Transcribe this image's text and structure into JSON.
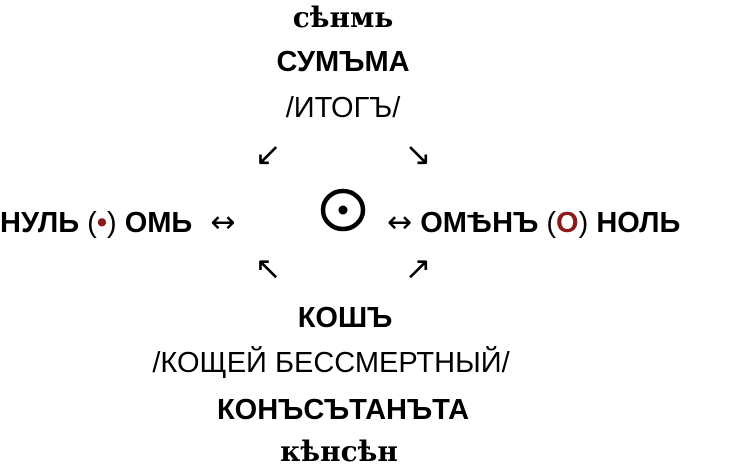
{
  "top": {
    "old_script": "сѣнмь",
    "title": "СУМЪМА",
    "subtitle": "/ИТОГЪ/"
  },
  "arrows": {
    "top_left": "↙",
    "top_right": "↘",
    "bottom_left": "↖",
    "bottom_right": "↗",
    "left_double": "↔",
    "right_double": "↔"
  },
  "center": {
    "symbol": "sun-symbol"
  },
  "left": {
    "word1": "НУЛЬ",
    "open": "(",
    "dot": "•",
    "close": ")",
    "word2": "ОМЬ"
  },
  "right": {
    "word1": "ОМѢНЪ",
    "open": "(",
    "letter": "О",
    "close": ")",
    "word2": "НОЛЬ"
  },
  "bottom": {
    "title": "КОШЪ",
    "subtitle": "/КОЩЕЙ БЕССМЕРТНЫЙ/",
    "title2": "КОНЪСЪТАНЪТА",
    "old_script": "кѣнсѣн"
  },
  "colors": {
    "accent_red": "#8b1a1a",
    "text": "#000000"
  }
}
